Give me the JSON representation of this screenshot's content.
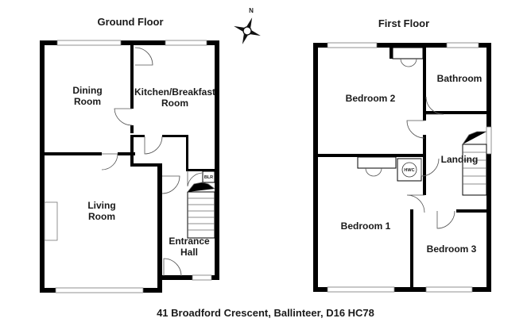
{
  "titles": {
    "ground": "Ground Floor",
    "first": "First Floor",
    "address": "41 Broadford Crescent, Ballinteer, D16 HC78"
  },
  "compass": {
    "north": "N"
  },
  "ground_floor": {
    "dining": [
      "Dining",
      "Room"
    ],
    "kitchen": [
      "Kitchen/Breakfast",
      "Room"
    ],
    "living": [
      "Living",
      "Room"
    ],
    "entrance": [
      "Entrance",
      "Hall"
    ],
    "boiler": "BLR"
  },
  "first_floor": {
    "bedroom2": "Bedroom 2",
    "bathroom": "Bathroom",
    "landing": "Landing",
    "hwc": "HWC",
    "bedroom1": "Bedroom 1",
    "bedroom3": "Bedroom 3"
  }
}
